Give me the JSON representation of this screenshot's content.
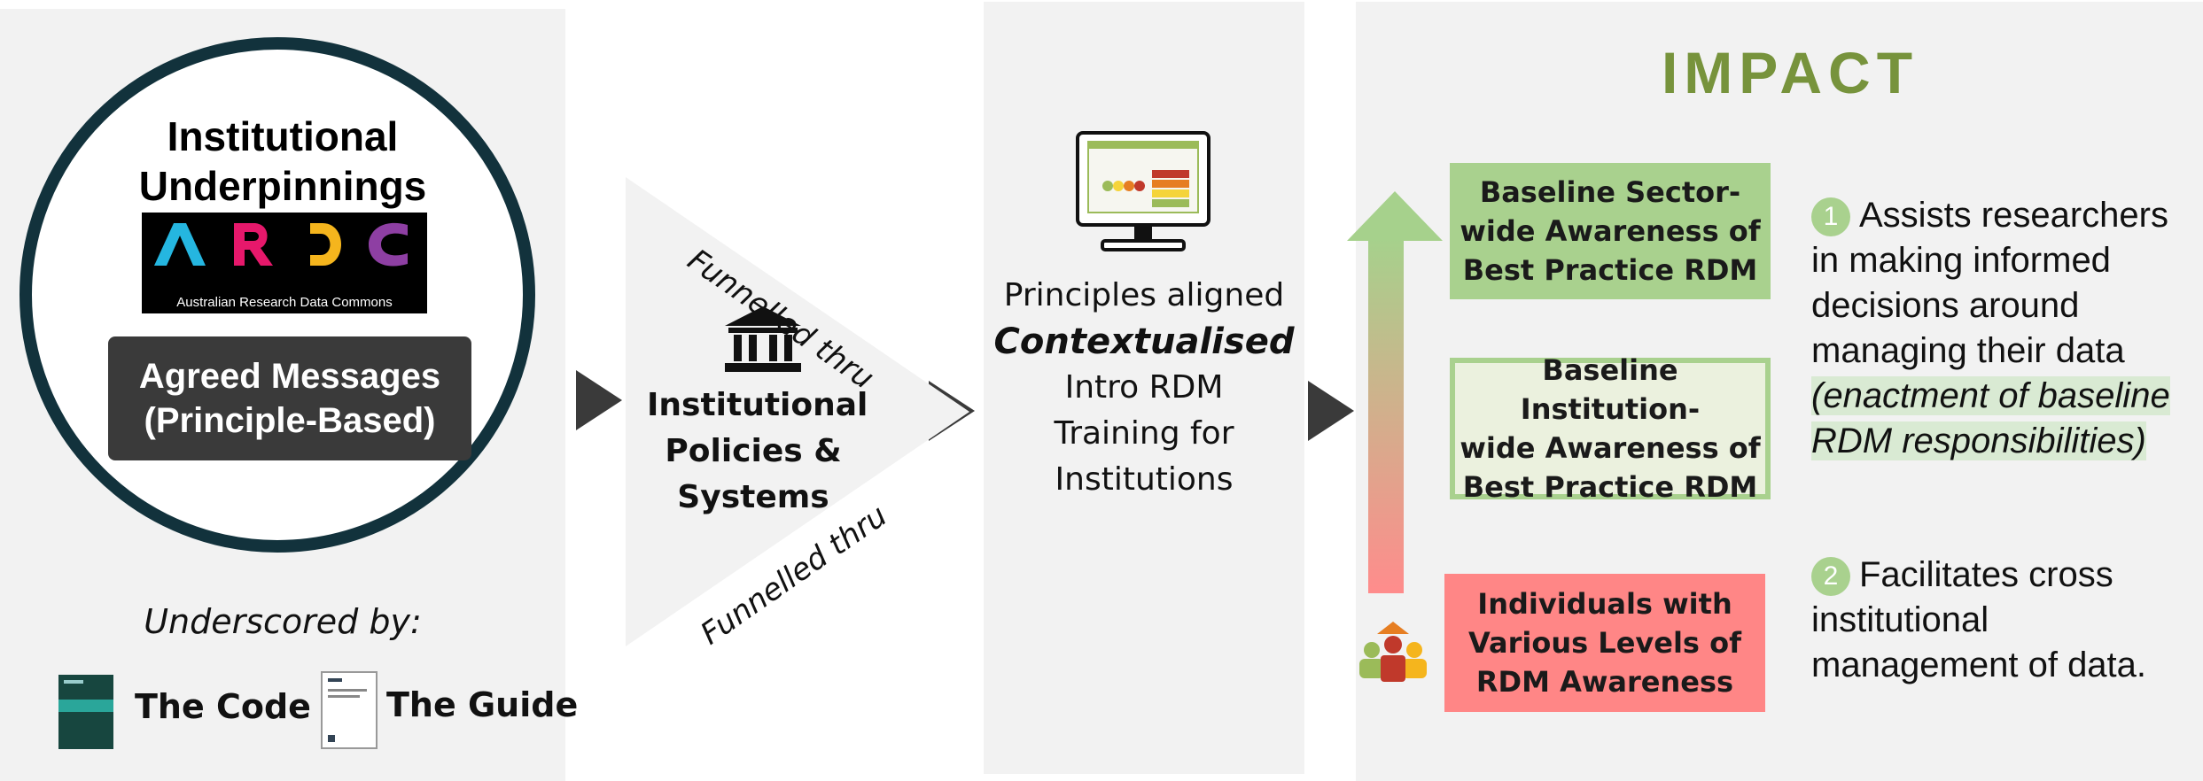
{
  "left_panel": {
    "title_line1": "Institutional",
    "title_line2": "Underpinnings",
    "logo_caption": "Australian Research Data Commons",
    "agreed_line1": "Agreed Messages",
    "agreed_line2": "(Principle-Based)",
    "underscored": "Underscored by:",
    "code_label": "The Code",
    "guide_label": "The Guide"
  },
  "funnel": {
    "top_label": "Funnelled thru",
    "bottom_label": "Funnelled thru",
    "policies_line1": "Institutional",
    "policies_line2": "Policies &",
    "policies_line3": "Systems"
  },
  "training": {
    "line1": "Principles aligned",
    "line2": "Contextualised",
    "line3": "Intro RDM",
    "line4": "Training for",
    "line5": "Institutions"
  },
  "impact": {
    "heading": "IMPACT",
    "levels": [
      {
        "line1": "Baseline Sector-",
        "line2": "wide Awareness of",
        "line3": "Best Practice RDM"
      },
      {
        "line1": "Baseline Institution-",
        "line2": "wide Awareness of",
        "line3": "Best Practice RDM"
      },
      {
        "line1": "Individuals with",
        "line2": "Various Levels of",
        "line3": "RDM Awareness"
      }
    ],
    "benefit1": {
      "number": "1",
      "line1": "Assists researchers",
      "line2": "in making informed",
      "line3": "decisions around",
      "line4": "managing their data",
      "line5": "(enactment of baseline",
      "line6": "RDM responsibilities)"
    },
    "benefit2": {
      "number": "2",
      "line1": "Facilitates cross",
      "line2": "institutional",
      "line3": "management of data."
    }
  },
  "colors": {
    "green": "#a9d18e",
    "olive": "#77933c",
    "red": "#ff8686",
    "dark_teal": "#12323c",
    "arrow_gray": "#3a3a3a"
  },
  "icons": [
    "ardc-logo",
    "code-book-icon",
    "guide-document-icon",
    "institution-icon",
    "monitor-icon",
    "people-group-icon"
  ]
}
